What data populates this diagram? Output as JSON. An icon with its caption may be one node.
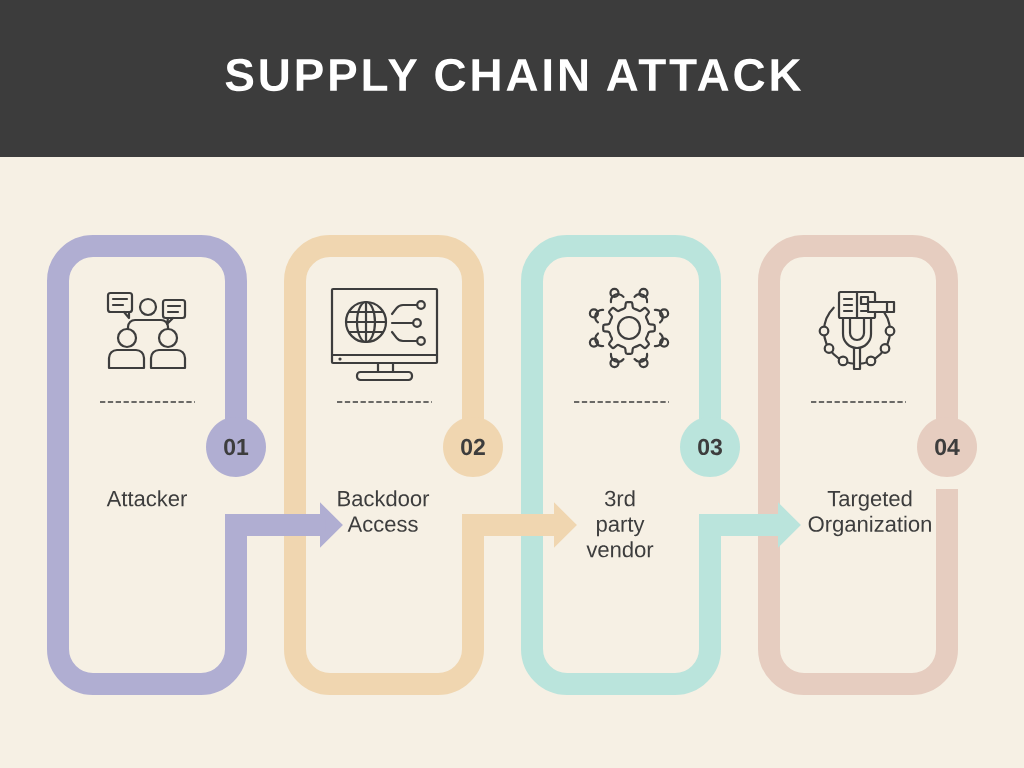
{
  "diagram": {
    "title": "SUPPLY CHAIN ATTACK",
    "nodes": [
      {
        "text": [
          "Attacker"
        ]
      },
      {
        "text": [
          "01"
        ]
      },
      {
        "text": [
          "Backdoor Access"
        ]
      },
      {
        "text": [
          "02"
        ]
      },
      {
        "text": [
          "3rd party vendor"
        ]
      },
      {
        "text": [
          "03"
        ]
      },
      {
        "text": [
          "Targeted Organization"
        ]
      },
      {
        "text": [
          "04"
        ]
      }
    ],
    "edges": [
      {
        "from": 0,
        "to": 2,
        "arrow": "to",
        "color": "#b0aed2"
      },
      {
        "from": 2,
        "to": 4,
        "arrow": "to",
        "color": "#f0d6b0"
      },
      {
        "from": 4,
        "to": 6,
        "arrow": "to",
        "color": "#bae4dc"
      }
    ]
  }
}
